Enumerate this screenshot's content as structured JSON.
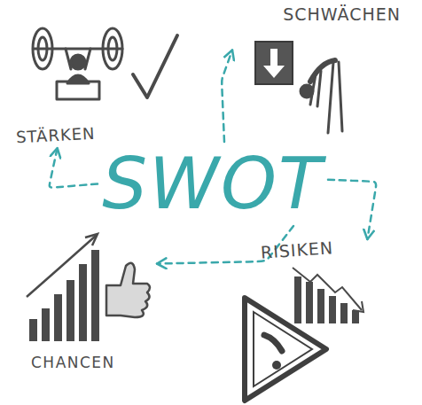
{
  "diagram": {
    "nodes": [
      {
        "text": [
          "SCHWÄCHEN"
        ]
      },
      {
        "text": [
          "STÄRKEN"
        ]
      },
      {
        "text": [
          "SWOT"
        ]
      },
      {
        "text": [
          "RISIKEN"
        ]
      },
      {
        "text": [
          "CHANCEN"
        ]
      }
    ],
    "edges": [
      {
        "from": 2,
        "to": 0,
        "arrow": "to"
      },
      {
        "from": 2,
        "to": 1,
        "arrow": "to"
      },
      {
        "from": 2,
        "to": 3,
        "arrow": "to"
      },
      {
        "from": 2,
        "to": 4,
        "arrow": "to"
      }
    ]
  }
}
